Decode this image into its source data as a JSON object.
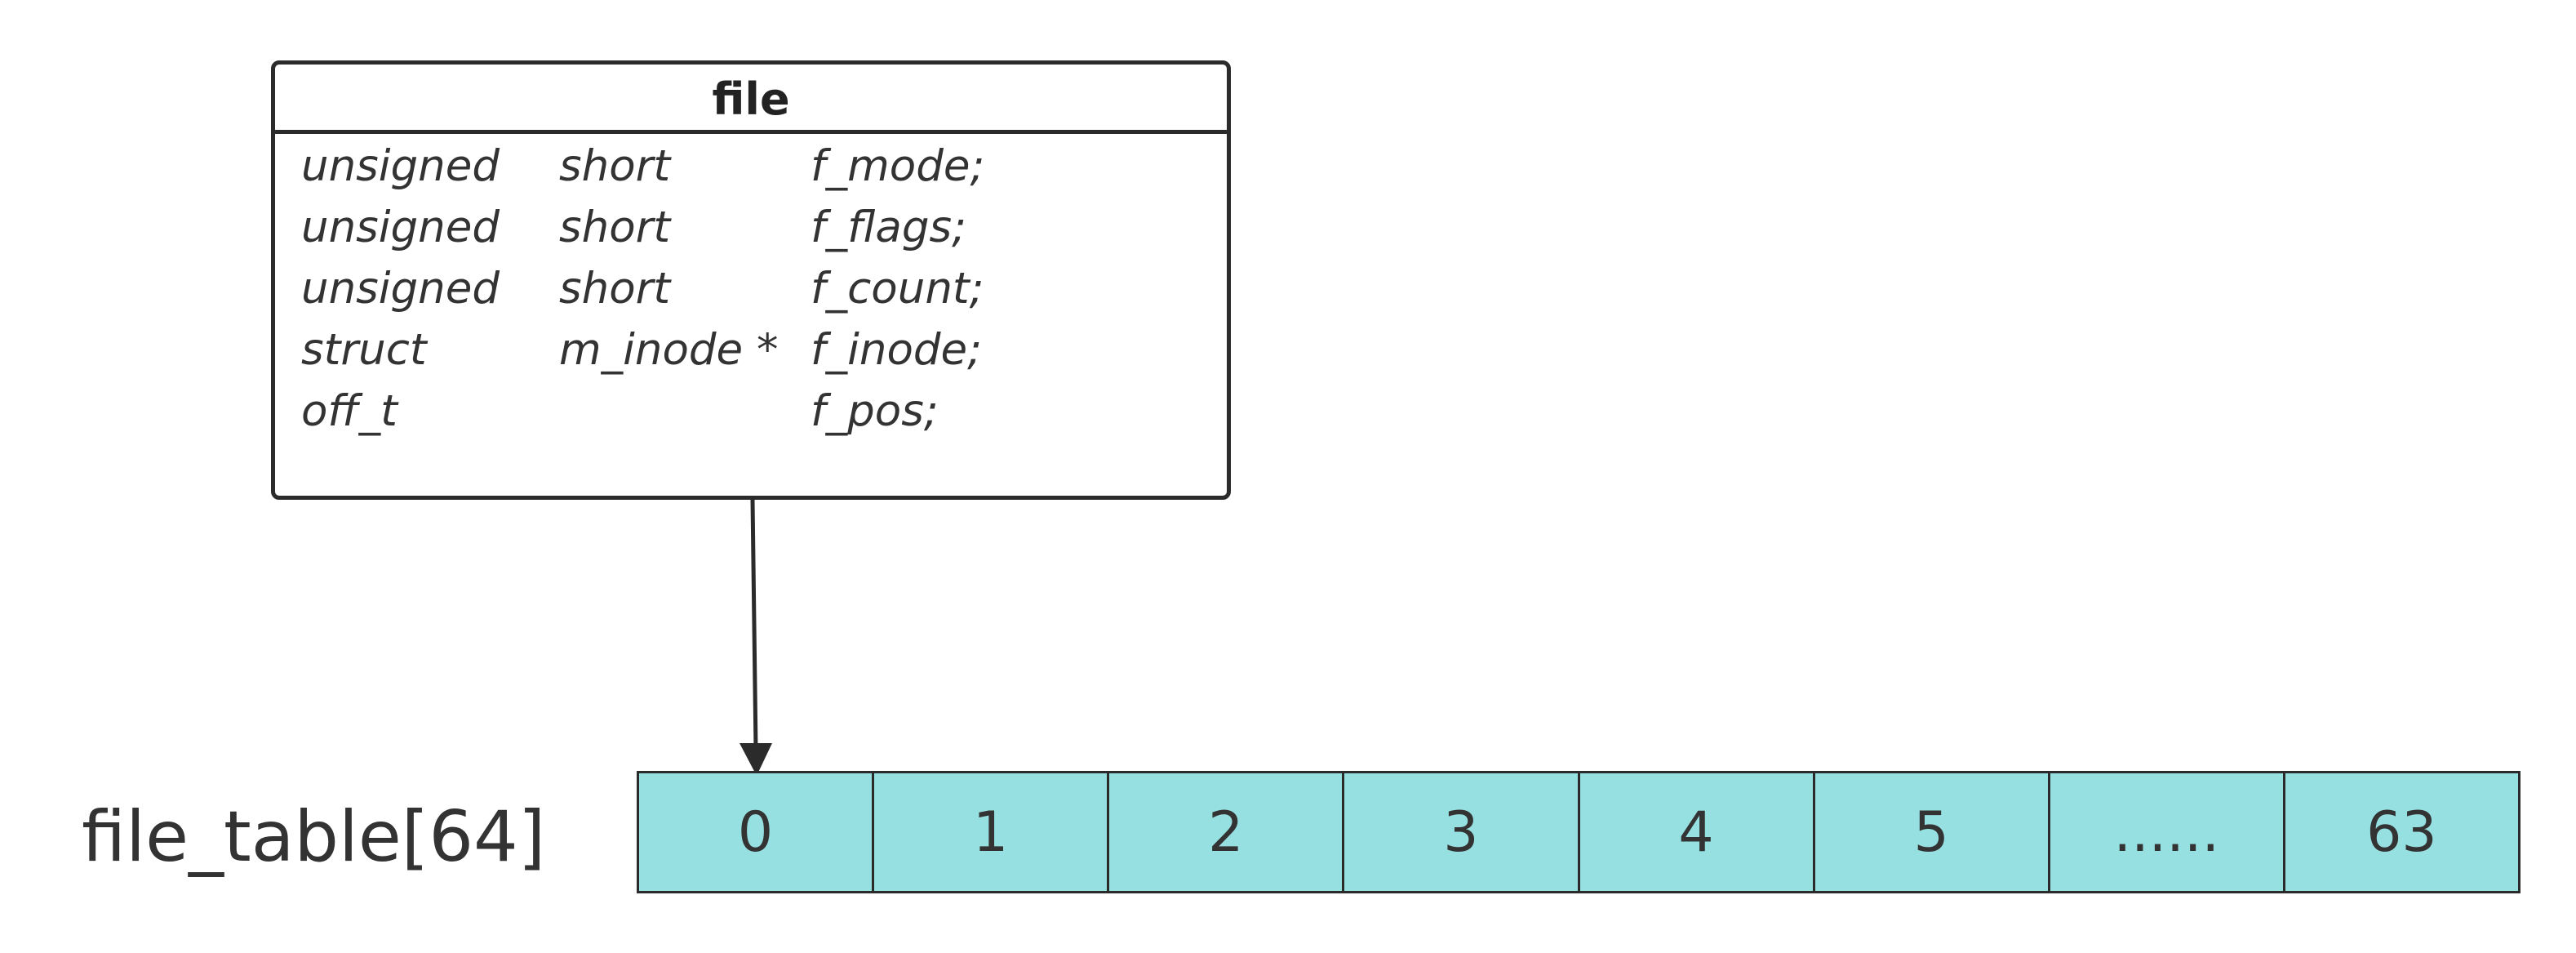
{
  "struct": {
    "title": "file",
    "fields": [
      {
        "type": "unsigned",
        "subtype": "short",
        "name": "f_mode;"
      },
      {
        "type": "unsigned",
        "subtype": "short",
        "name": "f_flags;"
      },
      {
        "type": "unsigned",
        "subtype": "short",
        "name": "f_count;"
      },
      {
        "type": "struct",
        "subtype": "m_inode *",
        "name": "f_inode;"
      },
      {
        "type": "off_t",
        "subtype": "",
        "name": "f_pos;"
      }
    ]
  },
  "file_table": {
    "label": "file_table[64]",
    "cells": [
      "0",
      "1",
      "2",
      "3",
      "4",
      "5",
      "......",
      "63"
    ],
    "cell_color": "#96e0e2",
    "arrow_target_index": 0
  }
}
